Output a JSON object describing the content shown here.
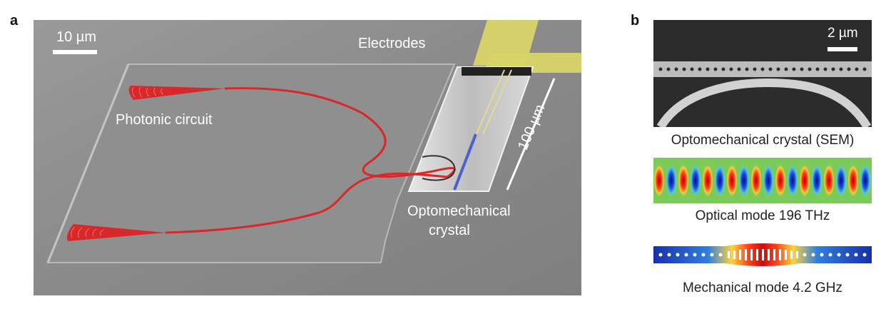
{
  "panel_a": {
    "letter": "a",
    "scale_label": "10 µm",
    "electrodes_label": "Electrodes",
    "photonic_label": "Photonic circuit",
    "length_label": "100 µm",
    "crystal_label_line1": "Optomechanical",
    "crystal_label_line2": "crystal"
  },
  "panel_b": {
    "letter": "b",
    "scale_label": "2 µm",
    "sem_caption": "Optomechanical crystal (SEM)",
    "optical_caption": "Optical mode 196 THz",
    "mechanical_caption": "Mechanical mode 4.2 GHz"
  },
  "colors": {
    "sem_gray": "#8d8d8d",
    "waveguide_red": "#d8282a",
    "electrode_yellow": "#d8d46a",
    "crystal_blue": "#4b5fd1"
  }
}
